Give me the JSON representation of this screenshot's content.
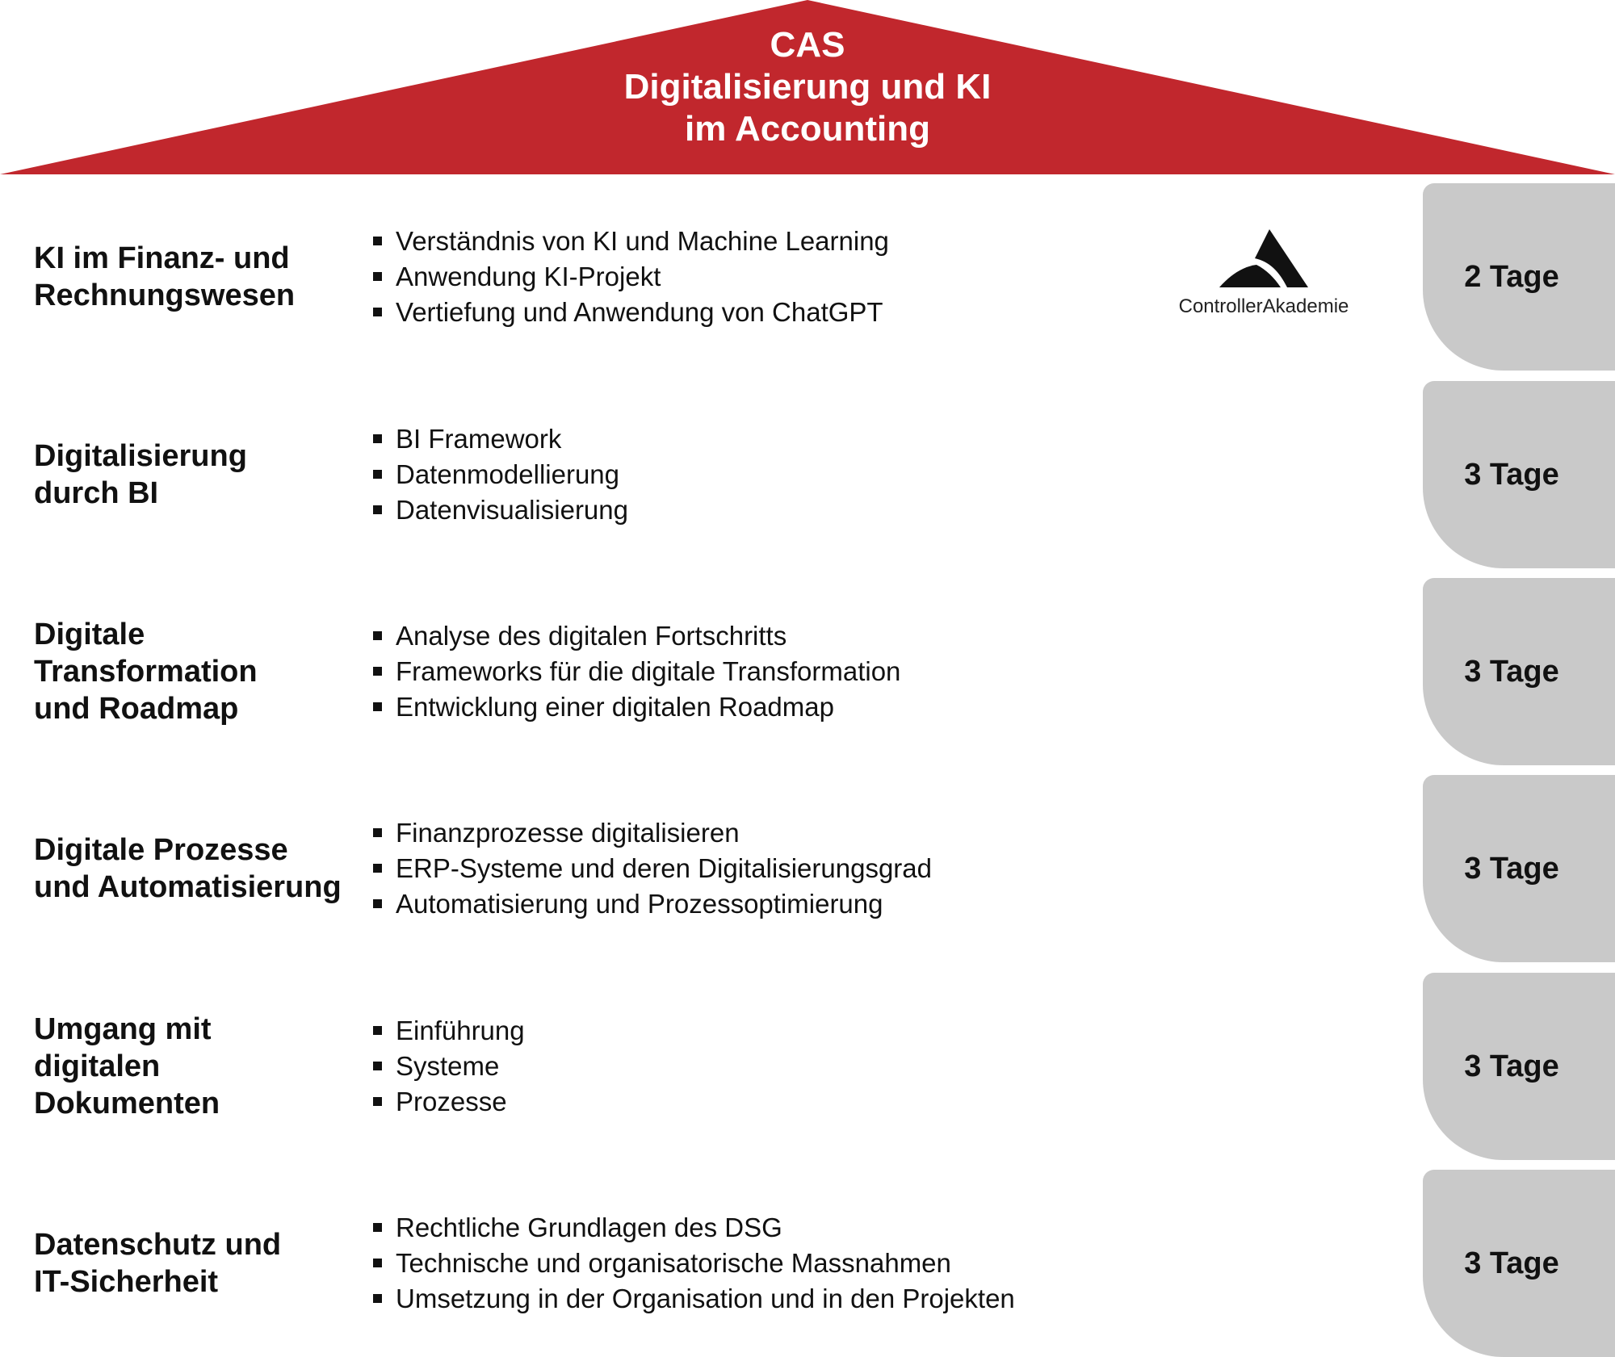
{
  "header": {
    "title_lines": [
      "CAS",
      "Digitalisierung und KI",
      "im Accounting"
    ],
    "roof_color": "#c1272d"
  },
  "logo": {
    "name": "ControllerAkademie",
    "icon": "mountain-triangle-icon"
  },
  "tab_color": "#c9c9c9",
  "modules": [
    {
      "title_lines": [
        "KI im Finanz- und",
        "Rechnungswesen"
      ],
      "topics": [
        "Verständnis von KI und  Machine Learning",
        "Anwendung KI-Projekt",
        "Vertiefung und Anwendung von ChatGPT"
      ],
      "duration": "2 Tage"
    },
    {
      "title_lines": [
        "Digitalisierung",
        "durch BI"
      ],
      "topics": [
        "BI Framework",
        "Datenmodellierung",
        "Datenvisualisierung"
      ],
      "duration": "3 Tage"
    },
    {
      "title_lines": [
        "Digitale",
        "Transformation",
        "und Roadmap"
      ],
      "topics": [
        "Analyse des digitalen Fortschritts",
        "Frameworks für die digitale Transformation",
        "Entwicklung einer digitalen Roadmap"
      ],
      "duration": "3 Tage"
    },
    {
      "title_lines": [
        "Digitale Prozesse",
        "und Automatisierung"
      ],
      "topics": [
        "Finanzprozesse digitalisieren",
        "ERP-Systeme und deren Digitalisierungsgrad",
        "Automatisierung und Prozessoptimierung"
      ],
      "duration": "3 Tage"
    },
    {
      "title_lines": [
        "Umgang mit",
        "digitalen",
        "Dokumenten"
      ],
      "topics": [
        "Einführung",
        "Systeme",
        "Prozesse"
      ],
      "duration": "3 Tage"
    },
    {
      "title_lines": [
        "Datenschutz und",
        "IT-Sicherheit"
      ],
      "topics": [
        "Rechtliche Grundlagen des DSG",
        "Technische und organisatorische Massnahmen",
        "Umsetzung in der Organisation und in den Projekten"
      ],
      "duration": "3 Tage"
    }
  ]
}
